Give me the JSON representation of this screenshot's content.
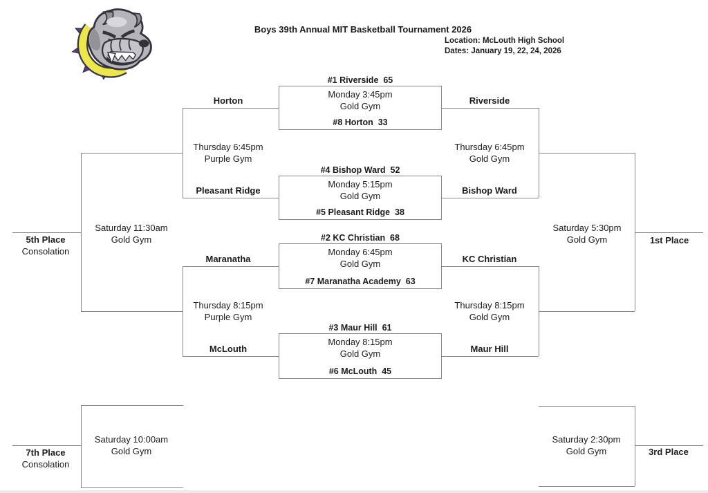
{
  "header": {
    "title": "Boys 39th Annual MIT Basketball Tournament 2026",
    "location": "Location: McLouth High School",
    "dates": "Dates: January 19, 22, 24, 2026",
    "logo": "bulldog-mascot"
  },
  "first_round": [
    {
      "top_seed": "#1 Riverside  65",
      "time": "Monday 3:45pm",
      "venue": "Gold Gym",
      "bottom_seed": "#8 Horton  33"
    },
    {
      "top_seed": "#4 Bishop Ward  52",
      "time": "Monday 5:15pm",
      "venue": "Gold Gym",
      "bottom_seed": "#5 Pleasant Ridge  38"
    },
    {
      "top_seed": "#2 KC Christian  68",
      "time": "Monday 6:45pm",
      "venue": "Gold Gym",
      "bottom_seed": "#7 Maranatha Academy  63"
    },
    {
      "top_seed": "#3 Maur Hill  61",
      "time": "Monday 8:15pm",
      "venue": "Gold Gym",
      "bottom_seed": "#6 McLouth  45"
    }
  ],
  "consolation_semis": [
    {
      "top_team": "Horton",
      "bottom_team": "Pleasant Ridge",
      "time": "Thursday 6:45pm",
      "venue": "Purple Gym"
    },
    {
      "top_team": "Maranatha",
      "bottom_team": "McLouth",
      "time": "Thursday 8:15pm",
      "venue": "Purple Gym"
    }
  ],
  "winners_semis": [
    {
      "top_team": "Riverside",
      "bottom_team": "Bishop Ward",
      "time": "Thursday 6:45pm",
      "venue": "Gold Gym"
    },
    {
      "top_team": "KC Christian",
      "bottom_team": "Maur Hill",
      "time": "Thursday 8:15pm",
      "venue": "Gold Gym"
    }
  ],
  "finals": {
    "fifth": {
      "label": "5th Place",
      "sublabel": "Consolation",
      "time": "Saturday 11:30am",
      "venue": "Gold Gym"
    },
    "first": {
      "label": "1st Place",
      "time": "Saturday 5:30pm",
      "venue": "Gold Gym"
    },
    "seventh": {
      "label": "7th Place",
      "sublabel": "Consolation",
      "time": "Saturday 10:00am",
      "venue": "Gold Gym"
    },
    "third": {
      "label": "3rd Place",
      "time": "Saturday 2:30pm",
      "venue": "Gold Gym"
    }
  },
  "colors": {
    "line_gray": "#848484",
    "text_black": "#1b1b1b",
    "collar_yellow": "#ede74f",
    "spike_purple": "#5b3d99",
    "fur_gray": "#b6b4bb"
  }
}
